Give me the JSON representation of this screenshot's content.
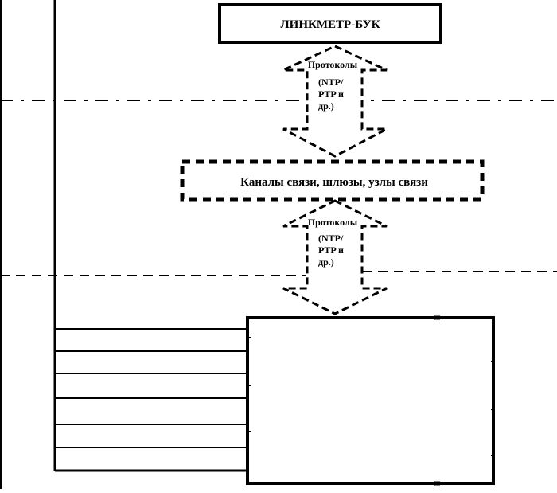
{
  "diagram": {
    "top_box": {
      "label": "ЛИНКМЕТР-БУК"
    },
    "middle_box": {
      "label": "Каналы связи, шлюзы, узлы связи"
    },
    "upper_arrow": {
      "title": "Протоколы",
      "lines": [
        "(NTP/",
        "PTP и",
        "др.)"
      ]
    },
    "lower_arrow": {
      "title": "Протоколы",
      "lines": [
        "(NTP/",
        "PTP и",
        "др.)"
      ]
    }
  }
}
